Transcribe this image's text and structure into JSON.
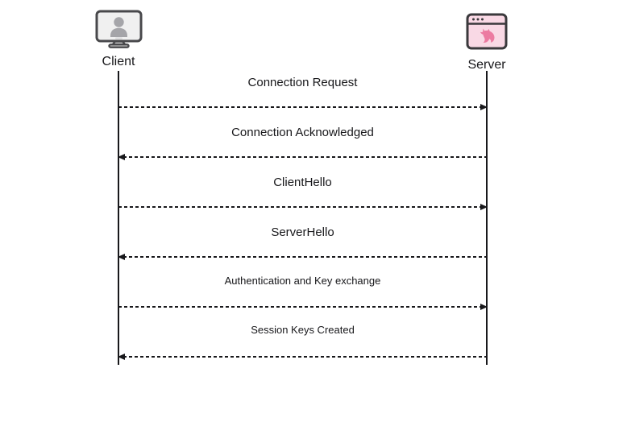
{
  "diagram": {
    "type": "sequence",
    "actors": [
      {
        "id": "client",
        "label": "Client",
        "icon": "monitor-user-icon"
      },
      {
        "id": "server",
        "label": "Server",
        "icon": "browser-nestjs-icon"
      }
    ],
    "messages": [
      {
        "text": "Connection Request",
        "from": "Client",
        "to": "Server",
        "line": "dashed",
        "size": "normal"
      },
      {
        "text": "Connection Acknowledged",
        "from": "Server",
        "to": "Client",
        "line": "dashed",
        "size": "normal"
      },
      {
        "text": "ClientHello",
        "from": "Client",
        "to": "Server",
        "line": "dashed",
        "size": "normal"
      },
      {
        "text": "ServerHello",
        "from": "Server",
        "to": "Client",
        "line": "dashed",
        "size": "normal"
      },
      {
        "text": "Authentication and Key exchange",
        "from": "Client",
        "to": "Server",
        "line": "dashed",
        "size": "small"
      },
      {
        "text": "Session Keys Created",
        "from": "Server",
        "to": "Client",
        "line": "dashed",
        "size": "small"
      }
    ],
    "colors": {
      "background": "#ffffff",
      "line": "#18181b",
      "text": "#17171a",
      "client_icon_stroke": "#48484b",
      "client_icon_screen": "#f0f0f0",
      "client_icon_person": "#a5a5a9",
      "client_icon_stand": "#d6d6d6",
      "server_icon_stroke": "#3a393c",
      "server_icon_fill": "#f9d9e5",
      "server_icon_logo": "#ec7ba1"
    }
  }
}
